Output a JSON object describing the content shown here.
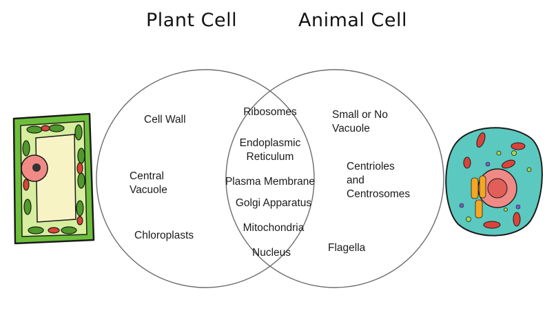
{
  "titles": {
    "left": "Plant Cell",
    "right": "Animal Cell"
  },
  "plant_only": {
    "items": [
      "Cell Wall",
      "Central\nVacuole",
      "Chloroplasts"
    ]
  },
  "shared": {
    "items": [
      "Ribosomes",
      "Endoplasmic\nReticulum",
      "Plasma Membrane",
      "Golgi Apparatus",
      "Mitochondria",
      "Nucleus"
    ]
  },
  "animal_only": {
    "items": [
      "Small or No\nVacuole",
      "Centrioles\nand\nCentrosomes",
      "Flagella"
    ]
  },
  "colors": {
    "cell_wall_green": "#6dbf3b",
    "cytoplasm_yellow": "#f6f3c2",
    "chloroplast_green": "#4f9a2a",
    "mitochondria_red": "#d9443a",
    "animal_cytoplasm": "#5cc9c0",
    "animal_nucleus": "#f08a86",
    "golgi_orange": "#f5a623"
  },
  "icons": {
    "plant": "plant-cell-illustration",
    "animal": "animal-cell-illustration"
  }
}
